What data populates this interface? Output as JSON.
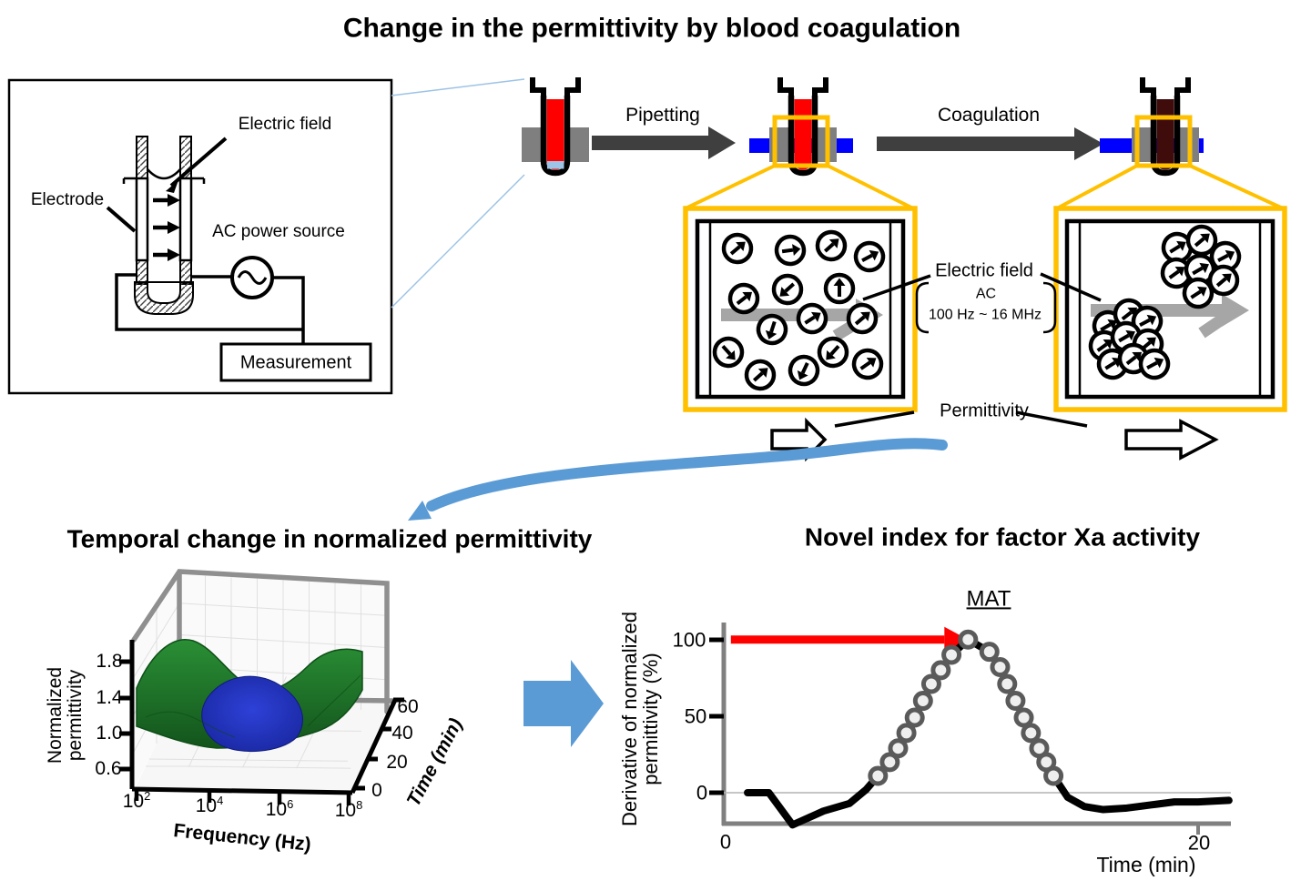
{
  "main_title": "Change in the permittivity by blood coagulation",
  "process_flow": {
    "pipetting": "Pipetting",
    "coagulation": "Coagulation"
  },
  "cuvette_schematic": {
    "electric_field": "Electric field",
    "electrode": "Electrode",
    "ac_power_source": "AC power source",
    "measurement": "Measurement"
  },
  "field_annotation": {
    "electric_field": "Electric field",
    "ac": "AC",
    "frequency_range": "100 Hz ~ 16 MHz",
    "permittivity": "Permittivity"
  },
  "colors": {
    "blood_fresh": "#ff0000",
    "blood_coagulated": "#3f0b0b",
    "highlight_yellow": "#ffc000",
    "electrode_blue": "#0000ff",
    "electrode_gray": "#7f7f7f",
    "flow_arrow_gray": "#3f3f3f",
    "field_arrow_gray": "#a6a6a6",
    "accent_blue": "#5b9bd5",
    "arrow_red": "#ff0000",
    "surface_green": "#1d7a28",
    "surface_blue": "#2232c8"
  },
  "chart_data": [
    {
      "type": "surface",
      "title": "Temporal change in normalized permittivity",
      "xlabel": "Frequency (Hz)",
      "x_scale": "log10",
      "x_tick_base": "10",
      "x_tick_exponents": [
        "2",
        "4",
        "6",
        "8"
      ],
      "ylabel": "Time (min)",
      "y_ticks": [
        "0",
        "20",
        "40",
        "60"
      ],
      "ylim": [
        0,
        60
      ],
      "zlabel": [
        "Normalized",
        "permittivity"
      ],
      "z_ticks": [
        "1.8",
        "1.4",
        "1.0",
        "0.6"
      ],
      "zlim": [
        0.6,
        1.8
      ],
      "grid": true,
      "surface_colors": {
        "ridge": "#1d7a28",
        "valley": "#2232c8"
      },
      "shape_note": "Green surface near 1.0 with ridges toward low frequency; blue valley dip at intermediate frequency and time"
    },
    {
      "type": "line",
      "title": "Novel index for factor Xa activity",
      "annotation": "MAT",
      "xlabel": "Time (min)",
      "ylabel": [
        "Derivative of normalized",
        "permittivity (%)"
      ],
      "x_ticks": [
        "0",
        "20"
      ],
      "y_ticks": [
        "100",
        "50",
        "0"
      ],
      "xlim": [
        0,
        21.5
      ],
      "ylim": [
        -25,
        110
      ],
      "baseline_y": 0,
      "red_arrow": {
        "y": 100,
        "x_start": 0.3,
        "x_end": 10.3
      },
      "series": [
        {
          "name": "derivative of normalized permittivity",
          "x": [
            1.0,
            1.9,
            2.9,
            4.2,
            5.3,
            6.0,
            6.5,
            7.0,
            7.35,
            7.7,
            8.05,
            8.4,
            8.75,
            9.15,
            9.6,
            10.3,
            11.2,
            11.65,
            11.95,
            12.3,
            12.65,
            12.95,
            13.3,
            13.6,
            13.9,
            14.5,
            15.2,
            16.0,
            17.0,
            18.0,
            19.0,
            20.0,
            21.3
          ],
          "y": [
            0,
            0,
            -21,
            -12,
            -7,
            2,
            11,
            20,
            29,
            39,
            49,
            60,
            71,
            80,
            90,
            100,
            92,
            82,
            71,
            60,
            49,
            39,
            29,
            20,
            11,
            -3,
            -9,
            -11,
            -10,
            -8,
            -6,
            -6,
            -5
          ]
        }
      ],
      "marker_points": {
        "x": [
          6.5,
          7.0,
          7.35,
          7.7,
          8.05,
          8.4,
          8.75,
          9.15,
          9.6,
          10.3,
          11.2,
          11.65,
          11.95,
          12.3,
          12.65,
          12.95,
          13.3,
          13.6,
          13.9
        ],
        "y": [
          11,
          20,
          29,
          39,
          49,
          60,
          71,
          80,
          90,
          100,
          92,
          82,
          71,
          60,
          49,
          39,
          29,
          20,
          11
        ]
      },
      "marker_style": "open gray circles"
    }
  ]
}
